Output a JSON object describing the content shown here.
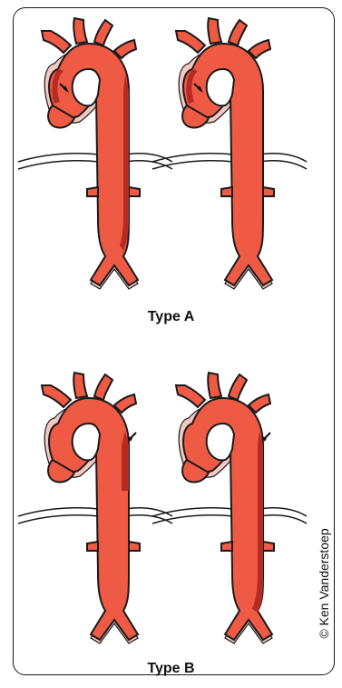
{
  "figure": {
    "panels": [
      {
        "caption": "Type A"
      },
      {
        "caption": "Type B"
      }
    ],
    "credit": "© Ken Vanderstoep"
  },
  "colors": {
    "aorta": "#ee5a44",
    "false_lumen": "#b62a24",
    "outline": "#1a1a1a",
    "vessel_halo": "#f4c9c3"
  }
}
